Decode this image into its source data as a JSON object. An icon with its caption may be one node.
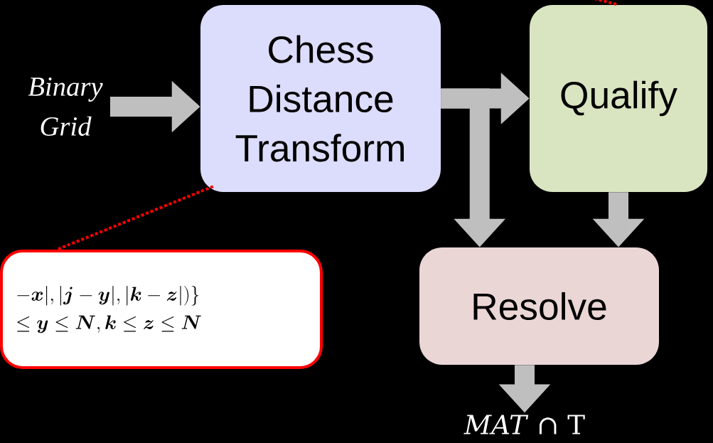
{
  "diagram": {
    "nodes": [
      {
        "text": [
          "Binary Grid"
        ]
      },
      {
        "text": [
          "Chess Distance Transform"
        ]
      },
      {
        "text": [
          "Qualify"
        ]
      },
      {
        "text": [
          "Resolve"
        ]
      },
      {
        "text": [
          "-\\boldsymbol{x}|,|\\boldsymbol{j}-\\boldsymbol{y}|,|\\boldsymbol{k}-\\boldsymbol{z}|)\\}",
          "\\leq\\boldsymbol{y}\\leq\\boldsymbol{N},\\boldsymbol{k}\\leq\\boldsymbol{z}\\leq\\boldsymbol{N}"
        ]
      },
      {
        "text": [
          "*MAT* ∩ T"
        ]
      }
    ],
    "edges": [
      {
        "from": 0,
        "to": 1,
        "arrow": "to"
      },
      {
        "from": 1,
        "to": 2,
        "arrow": "to"
      },
      {
        "from": 1,
        "to": 3,
        "arrow": "to"
      },
      {
        "from": 2,
        "to": 3,
        "arrow": "to"
      },
      {
        "from": 3,
        "to": 5,
        "arrow": "to"
      },
      {
        "from": 1,
        "to": 4,
        "arrow": "none",
        "style": "dashed",
        "color": "#ff0000"
      },
      {
        "from": null,
        "to": 2,
        "arrow": "none",
        "style": "dashed",
        "color": "#ff0000"
      }
    ]
  }
}
